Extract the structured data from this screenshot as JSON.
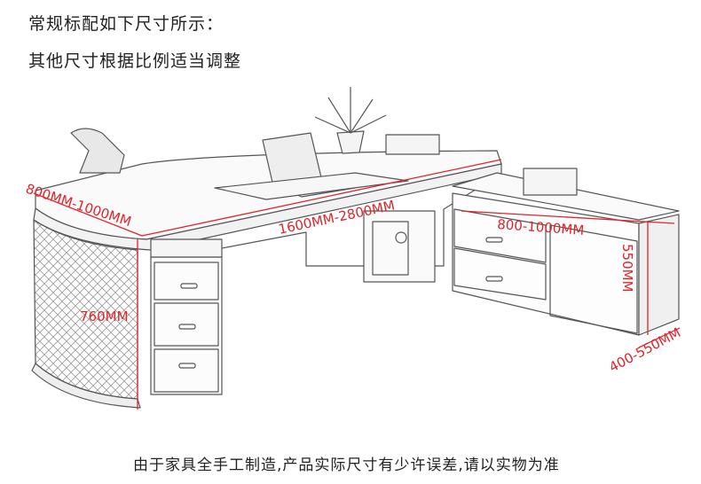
{
  "header": {
    "line1": "常规标配如下尺寸所示：",
    "line2": "其他尺寸根据比例适当调整"
  },
  "dimensions": {
    "depth": "800MM-1000MM",
    "length": "1600MM-2800MM",
    "return_length": "800-1000MM",
    "height": "760MM",
    "cabinet_height": "550MM",
    "cabinet_depth": "400-550MM"
  },
  "footnote": "由于家具全手工制造,产品实际尺寸有少许误差,请以实物为准",
  "colors": {
    "dimension": "#e0242a",
    "line_art": "#555555"
  }
}
